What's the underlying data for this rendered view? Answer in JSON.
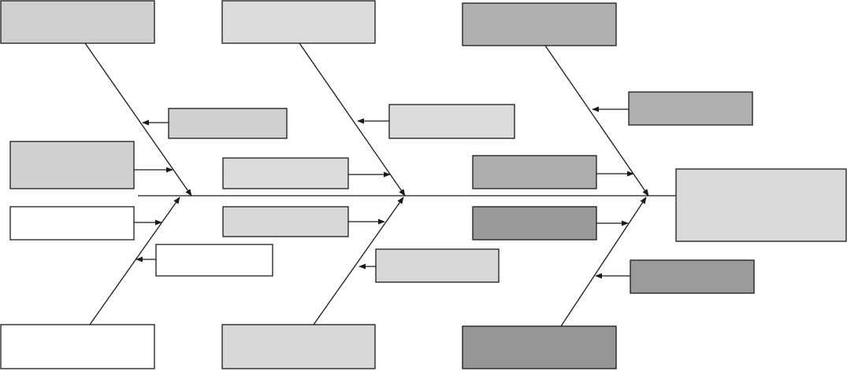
{
  "diagram": {
    "type": "fishbone",
    "effect": {
      "label": "",
      "fill": "#d9d9d9"
    },
    "categories": [
      {
        "id": "top-1",
        "label": "",
        "fill": "#d0d0d0",
        "causes": [
          {
            "label": "",
            "fill": "#d0d0d0"
          },
          {
            "label": "",
            "fill": "#d0d0d0"
          }
        ]
      },
      {
        "id": "bottom-1",
        "label": "",
        "fill": "#ffffff",
        "causes": [
          {
            "label": "",
            "fill": "#ffffff"
          },
          {
            "label": "",
            "fill": "#ffffff"
          }
        ]
      },
      {
        "id": "top-2",
        "label": "",
        "fill": "#dcdcdc",
        "causes": [
          {
            "label": "",
            "fill": "#dcdcdc"
          },
          {
            "label": "",
            "fill": "#dcdcdc"
          }
        ]
      },
      {
        "id": "bottom-2",
        "label": "",
        "fill": "#d8d8d8",
        "causes": [
          {
            "label": "",
            "fill": "#d8d8d8"
          },
          {
            "label": "",
            "fill": "#d8d8d8"
          }
        ]
      },
      {
        "id": "top-3",
        "label": "",
        "fill": "#b0b0b0",
        "causes": [
          {
            "label": "",
            "fill": "#b0b0b0"
          },
          {
            "label": "",
            "fill": "#adadad"
          }
        ]
      },
      {
        "id": "bottom-3",
        "label": "",
        "fill": "#969696",
        "causes": [
          {
            "label": "",
            "fill": "#9a9a9a"
          },
          {
            "label": "",
            "fill": "#9b9b9b"
          }
        ]
      }
    ]
  }
}
